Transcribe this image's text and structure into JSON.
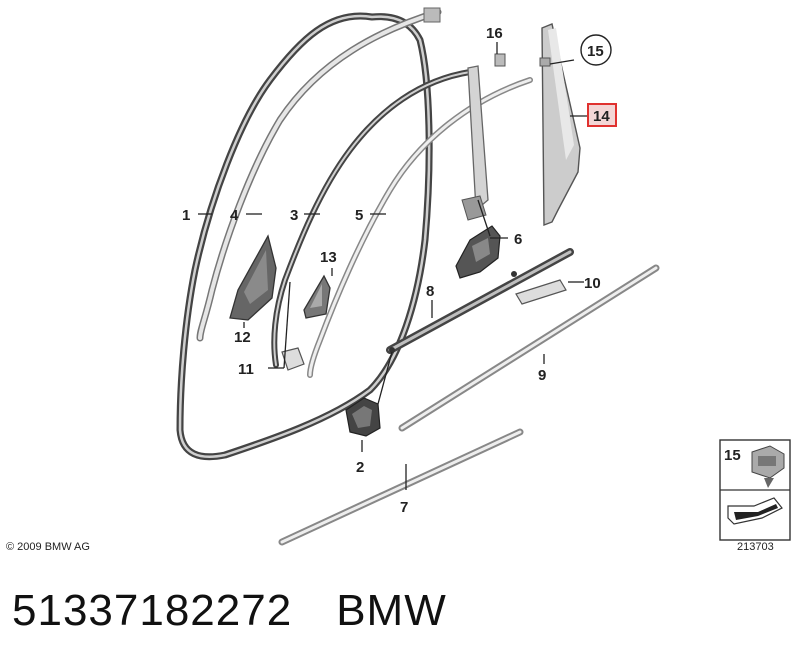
{
  "callouts": {
    "c1": "1",
    "c2": "2",
    "c3": "3",
    "c4": "4",
    "c5": "5",
    "c6": "6",
    "c7": "7",
    "c8": "8",
    "c9": "9",
    "c10": "10",
    "c11": "11",
    "c12": "12",
    "c13": "13",
    "c14": "14",
    "c15": "15",
    "c16": "16"
  },
  "inset": {
    "label": "15",
    "code": "213703"
  },
  "copyright": "© 2009 BMW AG",
  "footer": {
    "part_number": "51337182272",
    "brand": "BMW"
  },
  "colors": {
    "highlight_box": "#e0312f",
    "highlight_fill": "#f3d6d6",
    "part_stroke": "#555555"
  }
}
